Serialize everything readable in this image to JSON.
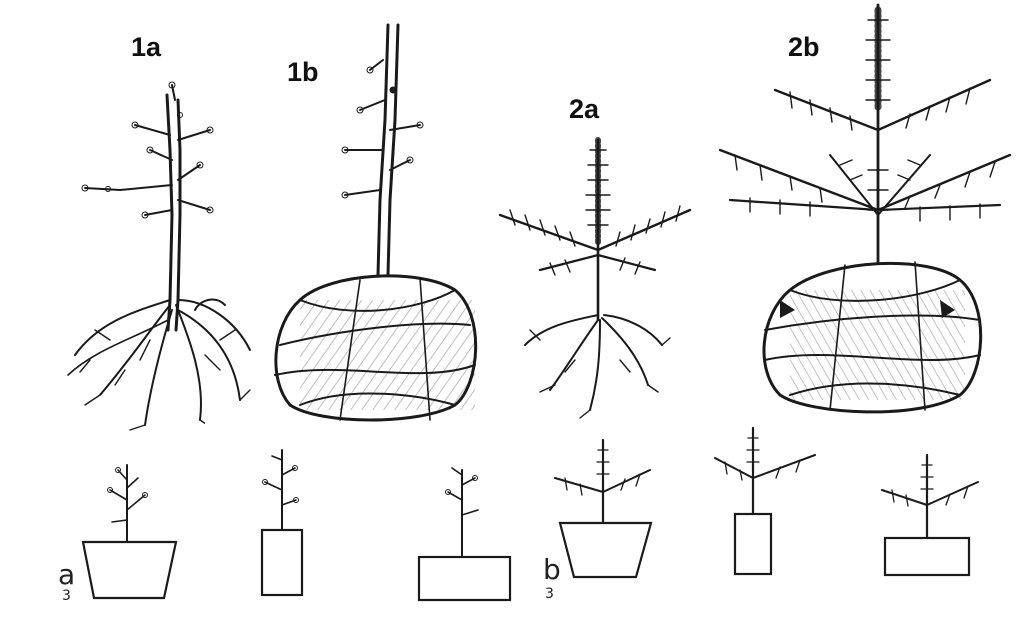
{
  "labels": {
    "seedling_1a": "1a",
    "seedling_1b": "1b",
    "seedling_2a": "2a",
    "seedling_2b": "2b",
    "container_a": "a",
    "container_a_sub": "3",
    "container_b": "b",
    "container_b_sub": "3"
  },
  "colors": {
    "background": "#ffffff",
    "ink": "#1a1a1a",
    "label_box": "#ffffff"
  }
}
